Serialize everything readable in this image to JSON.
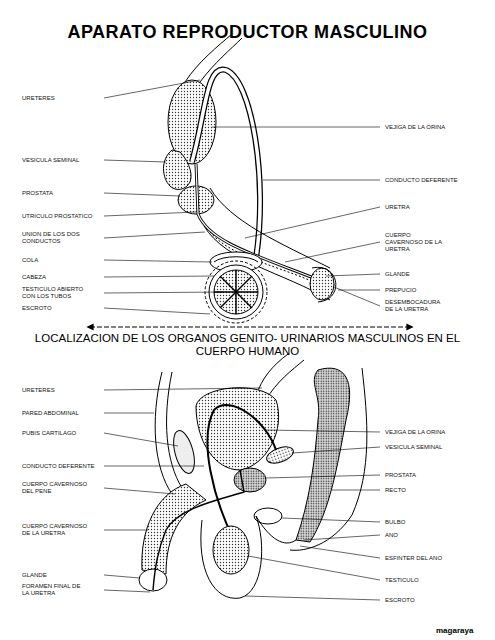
{
  "diagram": {
    "title": "APARATO REPRODUCTOR MASCULINO",
    "labels": [
      "URETERES",
      "VESICULA SEMINAL",
      "PROSTATA",
      "UTRICULO PROSTATICO",
      "UNION DE LOS DOS CONDUCTOS",
      "COLA",
      "CABEZA",
      "TESTICULO ABIERTO CON LOS TUBOS",
      "ESCROTO",
      "VEJIGA DE LA ORINA",
      "CONDUCTO DEFERENTE",
      "URETRA",
      "CUERPO CAVERNOSO DE LA URETRA",
      "GLANDE",
      "PREPUCIO",
      "DESEMBOCADURA DE LA URETRA",
      "LOCALIZACION DE LOS ORGANOS GENITO- URINARIOS MASCULINOS EN EL CUERPO HUMANO",
      "URETERES",
      "PARED ABDOMINAL",
      "PUBIS CARTILAGO",
      "CONDUCTO DEFERENTE",
      "CUERPO CAVERNOSO DEL PENE",
      "CUERPO CAVERNOSO DE LA URETRA",
      "GLANDE",
      "FORAMEN FINAL DE LA URETRA",
      "VEJIGA DE LA ORINA",
      "VESICULA SEMINAL",
      "PROSTATA",
      "RECTO",
      "BULBO",
      "ANO",
      "ESFINTER DEL ANO",
      "TESTICULO",
      "ESCROTO",
      "magaraya"
    ]
  }
}
